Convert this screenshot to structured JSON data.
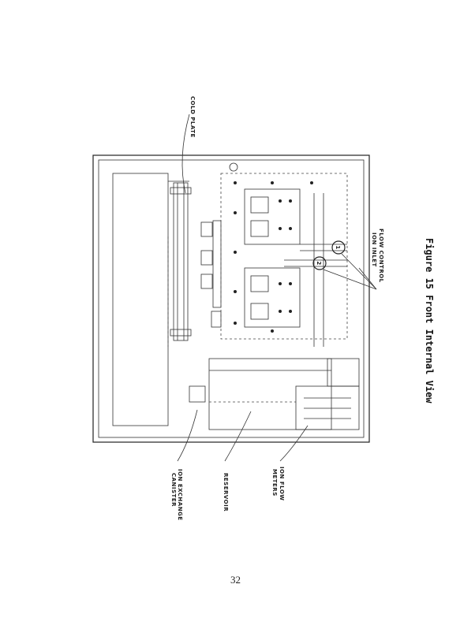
{
  "figure": {
    "caption": "Figure 15 Front Internal View",
    "labels": {
      "cold_plate": "COLD PLATE",
      "ion_inlet_line1": "ION INLET",
      "ion_inlet_line2": "FLOW CONTROL",
      "ion_exchange_line1": "ION EXCHANGE",
      "ion_exchange_line2": "CANISTER",
      "reservoir": "RESERVOIR",
      "flow_meters_line1": "ION FLOW",
      "flow_meters_line2": "METERS"
    },
    "callout_numbers": [
      "1",
      "2"
    ]
  },
  "page_number": "32"
}
